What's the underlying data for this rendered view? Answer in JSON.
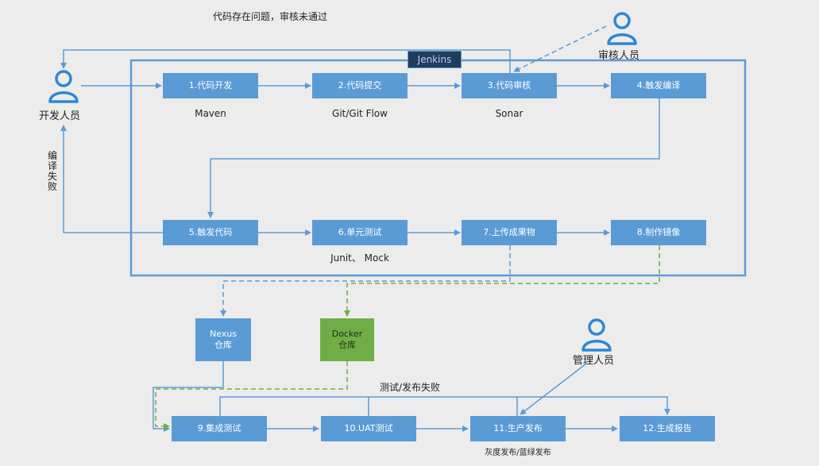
{
  "container": {
    "label": "Jenkins"
  },
  "actors": {
    "developer": "开发人员",
    "reviewer": "审核人员",
    "manager": "管理人员"
  },
  "steps": {
    "s1": "1.代码开发",
    "s2": "2.代码提交",
    "s3": "3.代码审核",
    "s4": "4.触发编译",
    "s5": "5.触发代码",
    "s6": "6.单元测试",
    "s7": "7.上传成果物",
    "s8": "8.制作镜像",
    "s9": "9.集成测试",
    "s10": "10.UAT测试",
    "s11": "11.生产发布",
    "s12": "12.生成报告"
  },
  "repos": {
    "nexus": "Nexus\n仓库",
    "docker": "Docker\n仓库"
  },
  "tools": {
    "maven": "Maven",
    "git": "Git/Git Flow",
    "sonar": "Sonar",
    "junit": "Junit、 Mock",
    "release": "灰度发布/蓝绿发布"
  },
  "notes": {
    "review_fail": "代码存在问题，审核未通过",
    "compile_fail": "编译失败",
    "test_fail": "测试/发布失败"
  },
  "colors": {
    "box_blue": "#5b9bd5",
    "box_green": "#70ad47",
    "dashed_green": "#70ad47",
    "line_blue": "#5b9bd5",
    "background": "#ececec"
  }
}
